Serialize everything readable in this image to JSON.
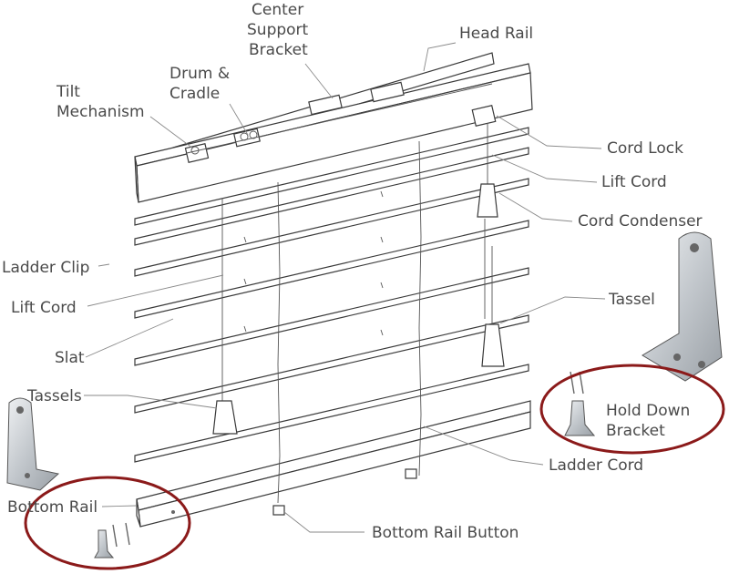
{
  "labels": {
    "head_rail": "Head Rail",
    "center_support_bracket_1": "Center",
    "center_support_bracket_2": "Support",
    "center_support_bracket_3": "Bracket",
    "drum_cradle_1": "Drum &",
    "drum_cradle_2": "Cradle",
    "tilt_mechanism_1": "Tilt",
    "tilt_mechanism_2": "Mechanism",
    "cord_lock": "Cord Lock",
    "lift_cord_right": "Lift Cord",
    "cord_condenser": "Cord Condenser",
    "ladder_clip": "Ladder Clip",
    "lift_cord_left": "Lift Cord",
    "tassel": "Tassel",
    "slat": "Slat",
    "tassels": "Tassels",
    "hold_down_bracket_1": "Hold Down",
    "hold_down_bracket_2": "Bracket",
    "ladder_cord": "Ladder Cord",
    "bottom_rail": "Bottom Rail",
    "bottom_rail_button": "Bottom Rail Button"
  },
  "colors": {
    "highlight_circle": "#8b1a1a",
    "label_text": "#4a4a4a",
    "metal": "#c9cdd1"
  }
}
